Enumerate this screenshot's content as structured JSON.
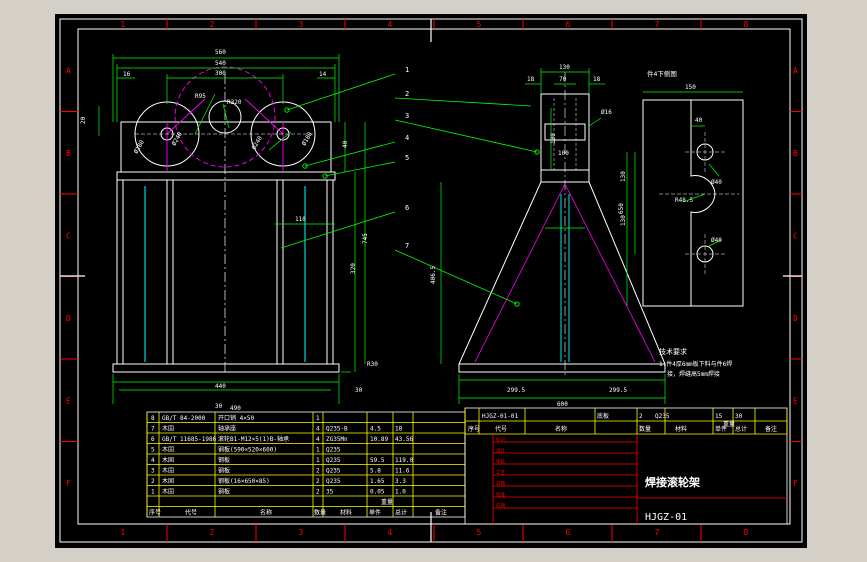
{
  "colors": {
    "border": "#ffffff",
    "dim": "#00ff00",
    "magenta": "#ff00ff",
    "yellow": "#ffff00",
    "cyan": "#00ffff",
    "red": "#ff0000",
    "white": "#ffffff",
    "frame_bg": "#000000"
  },
  "border_cols": [
    "1",
    "2",
    "3",
    "4",
    "5",
    "6",
    "7",
    "8"
  ],
  "border_rows": [
    "A",
    "B",
    "C",
    "D",
    "E",
    "F"
  ],
  "front_view": {
    "dims": [
      "560",
      "540",
      "16",
      "300",
      "14",
      "Ø240",
      "Ø240",
      "Ø180",
      "Ø180",
      "R320",
      "R95",
      "40",
      "20",
      "110",
      "320",
      "745",
      "30",
      "30",
      "R30",
      "440",
      "490"
    ]
  },
  "side_view": {
    "dims": [
      "130",
      "70",
      "18",
      "18",
      "100",
      "100",
      "406.5",
      "600",
      "299.5",
      "299.5",
      "Ø16"
    ]
  },
  "detail_view": {
    "title": "件4下侧图",
    "dims": [
      "150",
      "40",
      "Ø40",
      "130",
      "R48.5",
      "130",
      "Ø40",
      "650"
    ]
  },
  "balloons": [
    "1",
    "2",
    "3",
    "4",
    "5",
    "6",
    "7"
  ],
  "tech_notes": {
    "title": "技术要求",
    "lines": [
      "1.件4厚6mm板下料与件6焊",
      "接，焊缝高5mm焊接"
    ]
  },
  "bom": [
    {
      "no": "8",
      "code": "GB/T 84-2000",
      "name": "开口销 4×50",
      "qty": "1",
      "mat": "",
      "w1": "",
      "w2": ""
    },
    {
      "no": "7",
      "code": "木固",
      "name": "轴承座",
      "qty": "4",
      "mat": "Q235-B",
      "w1": "4.5",
      "w2": "18"
    },
    {
      "no": "6",
      "code": "GB/T 11685-1986",
      "name": "滚轮B1-M12×5(1)B-轴承",
      "qty": "4",
      "mat": "ZG35Mn",
      "w1": "10.89",
      "w2": "43.56"
    },
    {
      "no": "5",
      "code": "木固",
      "name": "钢板(590×520×600)",
      "qty": "1",
      "mat": "Q235",
      "w1": "",
      "w2": ""
    },
    {
      "no": "4",
      "code": "木固",
      "name": "钢板",
      "qty": "1",
      "mat": "Q235",
      "w1": "59.5",
      "w2": "119.0"
    },
    {
      "no": "3",
      "code": "木固",
      "name": "钢板",
      "qty": "2",
      "mat": "Q235",
      "w1": "5.8",
      "w2": "11.6"
    },
    {
      "no": "2",
      "code": "木固",
      "name": "钢板(16×650×85)",
      "qty": "2",
      "mat": "Q235",
      "w1": "1.65",
      "w2": "3.3"
    },
    {
      "no": "1",
      "code": "木固",
      "name": "钢板",
      "qty": "2",
      "mat": "35",
      "w1": "0.05",
      "w2": "1.0"
    }
  ],
  "bom_header": [
    "序号",
    "代号",
    "名称",
    "数量",
    "材料",
    "单件",
    "总计",
    "备注"
  ],
  "bom_header_sub": "重量",
  "title_block": {
    "top_row": [
      "HJGZ-01-01",
      "底板",
      "2",
      "Q235",
      "15",
      "30"
    ],
    "header": [
      "序号",
      "代号",
      "名称",
      "数量",
      "材料",
      "单件",
      "总计",
      "备注"
    ],
    "header_sub": "重量",
    "title": "焊接滚轮架",
    "drawing_no": "HJGZ-01",
    "left_fields": [
      "标记",
      "设计",
      "审核",
      "工艺",
      "日期",
      "批准",
      "日期"
    ]
  }
}
